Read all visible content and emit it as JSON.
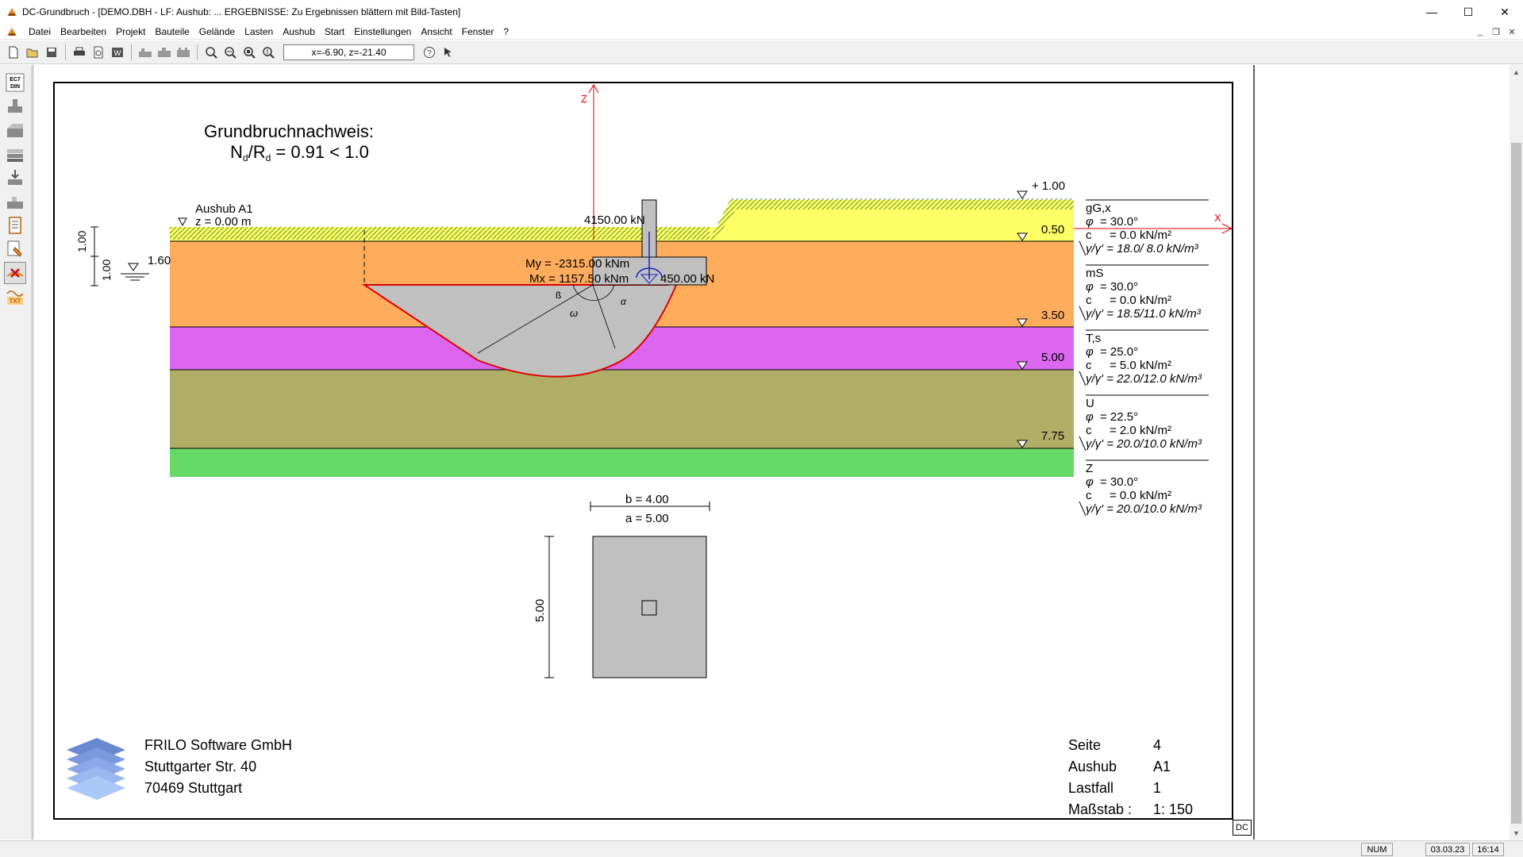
{
  "window": {
    "title": "DC-Grundbruch - [DEMO.DBH - LF:  Aushub:  ... ERGEBNISSE: Zu Ergebnissen blättern mit Bild-Tasten]",
    "minimize": "—",
    "maximize": "☐",
    "close": "✕"
  },
  "menu": {
    "items": [
      "Datei",
      "Bearbeiten",
      "Projekt",
      "Bauteile",
      "Gelände",
      "Lasten",
      "Aushub",
      "Start",
      "Einstellungen",
      "Ansicht",
      "Fenster",
      "?"
    ],
    "mdi_minimize": "_",
    "mdi_restore": "❐",
    "mdi_close": "✕"
  },
  "toolbar": {
    "coord_value": "x=-6.90, z=-21.40"
  },
  "sidebar": {
    "ec7_label_1": "EC7",
    "ec7_label_2": "DIN",
    "txt_label": "TXT"
  },
  "drawing": {
    "title_line1": "Grundbruchnachweis:",
    "ratio_n": "N",
    "ratio_n_sub": "d",
    "ratio_r": "/R",
    "ratio_r_sub": "d",
    "ratio_value": " =  0.91 < 1.0",
    "axis_z": "Z",
    "axis_x": "X",
    "aushub_name": "Aushub A1",
    "aushub_z": "z =  0.00 m",
    "dim_100_a": "1.00",
    "dim_100_b": "1.00",
    "water_level": "1.60",
    "load_v": "4150.00 kN",
    "moment_y": "My = -2315.00 kNm",
    "moment_x": "Mx = 1157.50 kNm",
    "load_h": "450.00 kN",
    "angle_beta": "ß",
    "angle_omega": "ω",
    "angle_alpha": "α",
    "level_top": "+ 1.00",
    "level_1": "0.50",
    "level_2": "3.50",
    "level_3": "5.00",
    "level_4": "7.75",
    "dim_b": "b = 4.00",
    "dim_a": "a = 5.00",
    "dim_side": "5.00"
  },
  "soils": [
    {
      "name": "gG,x",
      "phi": " = 30.0°",
      "c": "=  0.0 kN/m²",
      "gamma": "γ/γ' = 18.0/ 8.0 kN/m³",
      "color": "#ffff66"
    },
    {
      "name": "mS",
      "phi": " = 30.0°",
      "c": "=  0.0 kN/m²",
      "gamma": "γ/γ' = 18.5/11.0 kN/m³",
      "color": "#ffad5c"
    },
    {
      "name": "T,s",
      "phi": " = 25.0°",
      "c": "=  5.0 kN/m²",
      "gamma": "γ/γ' = 22.0/12.0 kN/m³",
      "color": "#dd66f0"
    },
    {
      "name": "U",
      "phi": " = 22.5°",
      "c": "=  2.0 kN/m²",
      "gamma": "γ/γ' = 20.0/10.0 kN/m³",
      "color": "#b0ae66"
    },
    {
      "name": "Z",
      "phi": " = 30.0°",
      "c": "=  0.0 kN/m²",
      "gamma": "γ/γ' = 20.0/10.0 kN/m³",
      "color": "#66d966"
    }
  ],
  "soil_symbols": {
    "phi": "φ",
    "c": "c"
  },
  "company": {
    "name": "FRILO Software GmbH",
    "street": "Stuttgarter Str. 40",
    "city": "70469 Stuttgart"
  },
  "sheet_info": {
    "seite_label": "Seite",
    "seite_value": "4",
    "aushub_label": "Aushub",
    "aushub_value": "A1",
    "lastfall_label": "Lastfall",
    "lastfall_value": "1",
    "massstab_label": "Maßstab  :",
    "massstab_value": "1: 150"
  },
  "dc_mark": "DC",
  "status": {
    "num": "NUM",
    "date": "03.03.23",
    "time": "16:14"
  }
}
